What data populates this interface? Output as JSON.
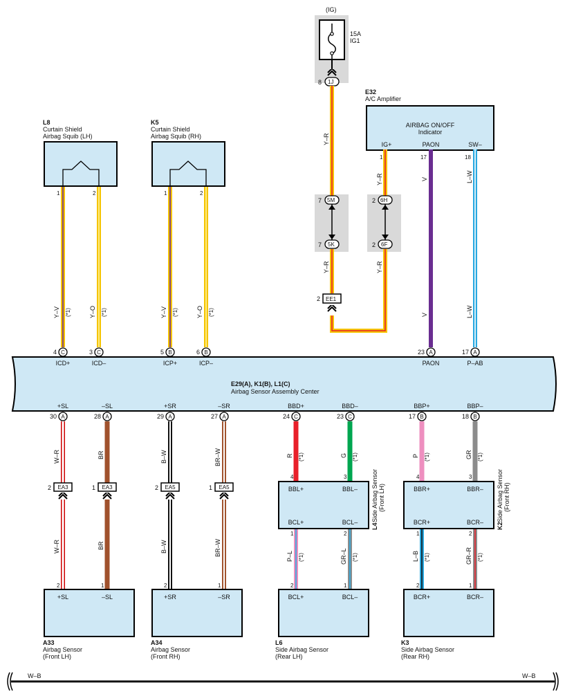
{
  "power": {
    "ig_label": "(IG)",
    "fuse_amp": "15A",
    "fuse_name": "IG1",
    "pin": "8",
    "conn": "1J"
  },
  "amp": {
    "code": "E32",
    "name": "A/C Amplifier",
    "title1": "AIRBAG ON/OFF",
    "title2": "Indicator",
    "term_ig": "IG+",
    "term_paon": "PAON",
    "term_sw": "SW–",
    "pin_ig": "1",
    "pin_paon": "17",
    "pin_sw": "18"
  },
  "wire_colors": {
    "Y-R": "Y–R",
    "Y-V": "Y–V",
    "Y-O": "Y–O",
    "V": "V",
    "L-W": "L–W",
    "W-R": "W–R",
    "BR": "BR",
    "B-W": "B–W",
    "BR-W": "BR–W",
    "R": "R",
    "G": "G",
    "P": "P",
    "GR": "GR",
    "P-L": "P–L",
    "GR-L": "GR–L",
    "L-B": "L–B",
    "GR-R": "GR–R",
    "W-B": "W–B",
    "note": "(*1)"
  },
  "junctions": {
    "j5m": {
      "pin": "7",
      "conn": "5M"
    },
    "j5k": {
      "pin": "7",
      "conn": "5K"
    },
    "j6h": {
      "pin": "2",
      "conn": "6H"
    },
    "j6f": {
      "pin": "2",
      "conn": "6F"
    },
    "ee1": {
      "pin": "2",
      "conn": "EE1"
    },
    "ea3a": {
      "pin": "2",
      "conn": "EA3"
    },
    "ea3b": {
      "pin": "1",
      "conn": "EA3"
    },
    "ea5a": {
      "pin": "2",
      "conn": "EA5"
    },
    "ea5b": {
      "pin": "1",
      "conn": "EA5"
    }
  },
  "squibs": {
    "lh": {
      "code": "L8",
      "line1": "Curtain Shield",
      "line2": "Airbag Squib (LH)",
      "pin1": "1",
      "pin2": "2"
    },
    "rh": {
      "code": "K5",
      "line1": "Curtain Shield",
      "line2": "Airbag Squib (RH)",
      "pin1": "1",
      "pin2": "2"
    }
  },
  "center": {
    "codes": "E29(A), K1(B), L1(C)",
    "name": "Airbag Sensor Assembly Center",
    "top": [
      {
        "pin": "4",
        "conn": "C",
        "name": "ICD+"
      },
      {
        "pin": "3",
        "conn": "C",
        "name": "ICD–"
      },
      {
        "pin": "5",
        "conn": "B",
        "name": "ICP+"
      },
      {
        "pin": "6",
        "conn": "B",
        "name": "ICP–"
      },
      {
        "pin": "23",
        "conn": "A",
        "name": "PAON"
      },
      {
        "pin": "17",
        "conn": "A",
        "name": "P–AB"
      }
    ],
    "bottom": [
      {
        "pin": "30",
        "conn": "A",
        "name": "+SL"
      },
      {
        "pin": "28",
        "conn": "A",
        "name": "–SL"
      },
      {
        "pin": "29",
        "conn": "A",
        "name": "+SR"
      },
      {
        "pin": "27",
        "conn": "A",
        "name": "–SR"
      },
      {
        "pin": "24",
        "conn": "C",
        "name": "BBD+"
      },
      {
        "pin": "23",
        "conn": "C",
        "name": "BBD–"
      },
      {
        "pin": "17",
        "conn": "B",
        "name": "BBP+"
      },
      {
        "pin": "18",
        "conn": "B",
        "name": "BBP–"
      }
    ]
  },
  "side_front_lh": {
    "code": "L4",
    "line1": "Side Airbag Sensor",
    "line2": "(Front LH)",
    "t1": "BBL+",
    "t2": "BBL–",
    "t3": "BCL+",
    "t4": "BCL–",
    "p1": "4",
    "p2": "3",
    "p3": "1",
    "p4": "2"
  },
  "side_front_rh": {
    "code": "K2",
    "line1": "Side Airbag Sensor",
    "line2": "(Front RH)",
    "t1": "BBR+",
    "t2": "BBR–",
    "t3": "BCR+",
    "t4": "BCR–",
    "p1": "4",
    "p2": "3",
    "p3": "1",
    "p4": "2"
  },
  "bottom_sensors": [
    {
      "code": "A33",
      "line1": "Airbag Sensor",
      "line2": "(Front LH)",
      "t1": "+SL",
      "t2": "–SL",
      "p1": "2",
      "p2": "1"
    },
    {
      "code": "A34",
      "line1": "Airbag Sensor",
      "line2": "(Front RH)",
      "t1": "+SR",
      "t2": "–SR",
      "p1": "2",
      "p2": "1"
    },
    {
      "code": "L6",
      "line1": "Side Airbag Sensor",
      "line2": "(Rear LH)",
      "t1": "BCL+",
      "t2": "BCL–",
      "p1": "2",
      "p2": "1"
    },
    {
      "code": "K3",
      "line1": "Side Airbag Sensor",
      "line2": "(Rear RH)",
      "t1": "BCR+",
      "t2": "BCR–",
      "p1": "2",
      "p2": "1"
    }
  ],
  "colors": {
    "box_fill": "#cfe8f5",
    "gray_panel": "#d9d9d9",
    "yellow": "#f5c400",
    "red": "#e8202a",
    "violet": "#6a2d91",
    "blue": "#28a8e0",
    "brown": "#a0522d",
    "green": "#00a650",
    "pink": "#ee8fbf",
    "gray": "#8c8c8c",
    "black": "#111111"
  }
}
